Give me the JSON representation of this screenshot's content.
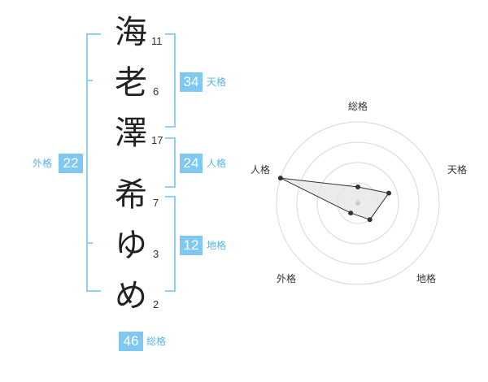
{
  "name_chars": [
    {
      "char": "海",
      "strokes": "11"
    },
    {
      "char": "老",
      "strokes": "6"
    },
    {
      "char": "澤",
      "strokes": "17"
    },
    {
      "char": "希",
      "strokes": "7"
    },
    {
      "char": "ゆ",
      "strokes": "3"
    },
    {
      "char": "め",
      "strokes": "2"
    }
  ],
  "fortunes": {
    "tenkaku": {
      "value": "34",
      "label": "天格"
    },
    "jinkaku": {
      "value": "24",
      "label": "人格"
    },
    "chikaku": {
      "value": "12",
      "label": "地格"
    },
    "gaikaku": {
      "value": "22",
      "label": "外格"
    },
    "soukaku": {
      "value": "46",
      "label": "総格"
    }
  },
  "radar": {
    "axes": [
      "総格",
      "天格",
      "地格",
      "外格",
      "人格"
    ],
    "values": [
      0.2,
      0.4,
      0.25,
      0.15,
      1.0
    ],
    "rings": 4,
    "colors": {
      "ring": "#d8d8d8",
      "fill": "#e6e6e6",
      "stroke": "#333333",
      "center": "#cccccc"
    }
  }
}
